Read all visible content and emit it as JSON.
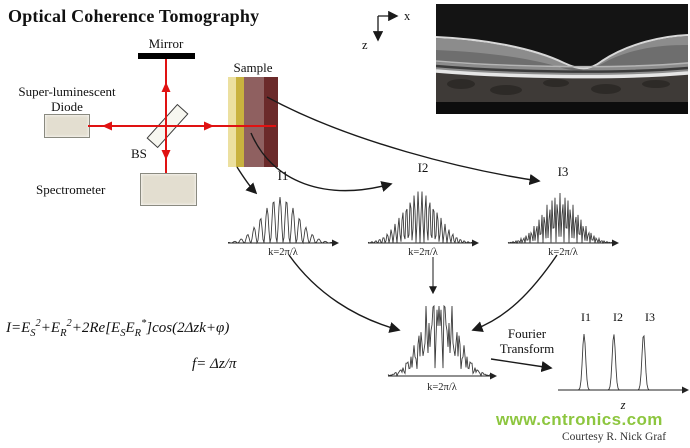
{
  "title": "Optical Coherence Tomography",
  "diagram": {
    "mirror": "Mirror",
    "source_line1": "Super-luminescent",
    "source_line2": "Diode",
    "beamsplitter": "BS",
    "spectrometer": "Spectrometer",
    "sample": "Sample"
  },
  "axes_indicator": {
    "x": "x",
    "z": "z"
  },
  "spectra": {
    "k_axis_label": "k=2π/λ",
    "combined_axis_label": "k=2π/λ",
    "plots": [
      {
        "label": "I1",
        "fringes": 16
      },
      {
        "label": "I2",
        "fringes": 27
      },
      {
        "label": "I3",
        "fringes": 40
      }
    ]
  },
  "equations": {
    "interference": "I=E_S_^2^+E_R_^2^+2Re[E_S_E_R_^*^]cos(2Δzk+φ)",
    "frequency": "f= Δz/π"
  },
  "fourier": {
    "line1": "Fourier",
    "line2": "Transform"
  },
  "output_plot": {
    "peaks": [
      "I1",
      "I2",
      "I3"
    ],
    "peak_positions": [
      0.21,
      0.45,
      0.69
    ],
    "xlabel": "z"
  },
  "watermark": "www.cntronics.com",
  "credit": "Courtesy R. Nick Graf",
  "colors": {
    "beam": "#e01212",
    "trace": "#3c3c3c",
    "arrow": "#1a1a1a",
    "watermark": "#8dc63f"
  }
}
